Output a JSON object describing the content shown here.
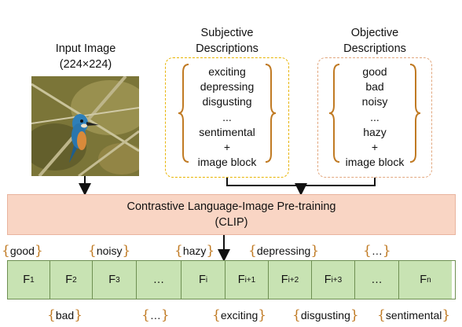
{
  "input_image": {
    "title_line1": "Input Image",
    "title_line2": "(224×224)"
  },
  "subjective": {
    "title_line1": "Subjective",
    "title_line2": "Descriptions",
    "words": [
      "exciting",
      "depressing",
      "disgusting",
      "...",
      "sentimental",
      "+",
      "image block"
    ]
  },
  "objective": {
    "title_line1": "Objective",
    "title_line2": "Descriptions",
    "words": [
      "good",
      "bad",
      "noisy",
      "...",
      "hazy",
      "+",
      "image block"
    ]
  },
  "clip": {
    "line1": "Contrastive Language-Image Pre-training",
    "line2": "(CLIP)"
  },
  "features": [
    {
      "base": "F",
      "sub": "1"
    },
    {
      "base": "F",
      "sub": "2"
    },
    {
      "base": "F",
      "sub": "3"
    },
    {
      "base": "…",
      "sub": ""
    },
    {
      "base": "F",
      "sub": "i"
    },
    {
      "base": "F",
      "sub": "i+1"
    },
    {
      "base": "F",
      "sub": "i+2"
    },
    {
      "base": "F",
      "sub": "i+3"
    },
    {
      "base": "…",
      "sub": ""
    },
    {
      "base": "F",
      "sub": "n"
    }
  ],
  "top_tags": [
    "good",
    "noisy",
    "hazy",
    "depressing",
    "…"
  ],
  "bottom_tags": [
    "bad",
    "…",
    "exciting",
    "disgusting",
    "sentimental"
  ],
  "colors": {
    "clip_fill": "#f9d5c4",
    "feature_fill": "#c8e3b3",
    "subjective_border": "#e8b400",
    "objective_border": "#e2a77e",
    "brace": "#c07a23"
  }
}
